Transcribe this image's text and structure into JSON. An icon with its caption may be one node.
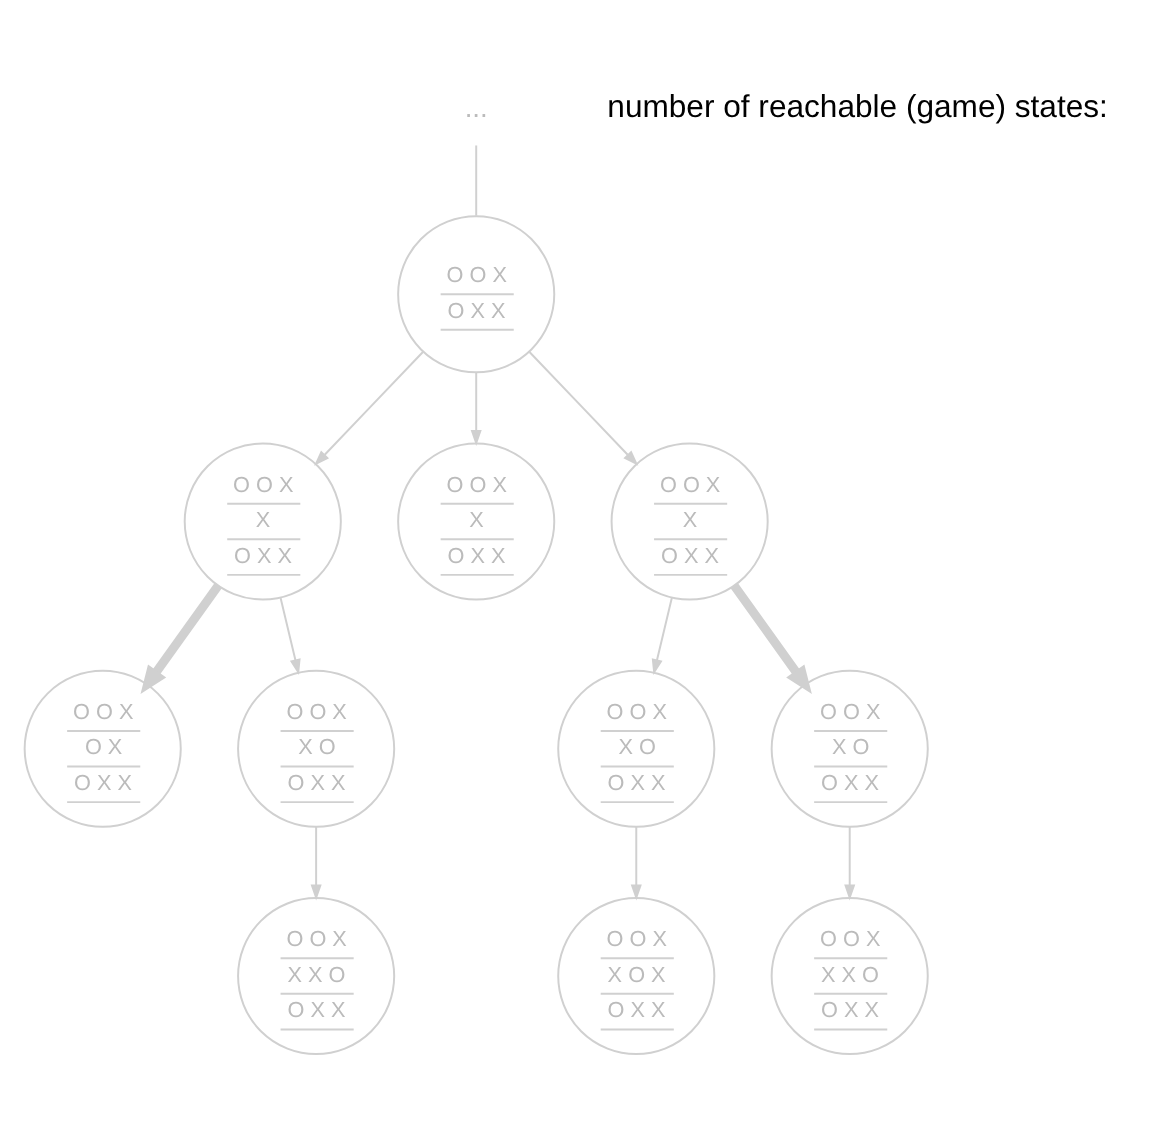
{
  "diagram": {
    "nodes": [
      {
        "text": [
          "..."
        ]
      },
      {
        "text": [
          "O O X",
          "O X X"
        ]
      },
      {
        "text": [
          "O O X",
          "X",
          "O X X"
        ]
      },
      {
        "text": [
          "O O X",
          "X",
          "O X X"
        ]
      },
      {
        "text": [
          "O O X",
          "X",
          "O X X"
        ]
      },
      {
        "text": [
          "O O X",
          "O X",
          "O X X"
        ]
      },
      {
        "text": [
          "O O X",
          "X O",
          "O X X"
        ]
      },
      {
        "text": [
          "O O X",
          "X O",
          "O X X"
        ]
      },
      {
        "text": [
          "O O X",
          "X O",
          "O X X"
        ]
      },
      {
        "text": [
          "O O X",
          "X X O",
          "O X X"
        ]
      },
      {
        "text": [
          "O O X",
          "X O X",
          "O X X"
        ]
      },
      {
        "text": [
          "O O X",
          "X X O",
          "O X X"
        ]
      }
    ],
    "edges": [
      {
        "from": 0,
        "to": 1,
        "arrow": "none"
      },
      {
        "from": 1,
        "to": 2,
        "arrow": "to"
      },
      {
        "from": 1,
        "to": 3,
        "arrow": "to"
      },
      {
        "from": 1,
        "to": 4,
        "arrow": "to"
      },
      {
        "from": 2,
        "to": 5,
        "arrow": "to",
        "style": "thick"
      },
      {
        "from": 2,
        "to": 6,
        "arrow": "to"
      },
      {
        "from": 4,
        "to": 7,
        "arrow": "to"
      },
      {
        "from": 4,
        "to": 8,
        "arrow": "to",
        "style": "thick"
      },
      {
        "from": 6,
        "to": 9,
        "arrow": "to"
      },
      {
        "from": 7,
        "to": 10,
        "arrow": "to"
      },
      {
        "from": 8,
        "to": 11,
        "arrow": "to"
      }
    ],
    "labels": [
      "number of reachable (game) states:"
    ]
  }
}
